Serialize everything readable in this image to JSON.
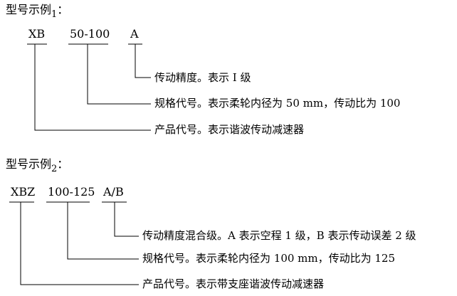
{
  "example1": {
    "heading": "型号示例",
    "subscript": "1",
    "colon": "：",
    "codes": [
      "XB",
      "50-100",
      "A"
    ],
    "descriptions": [
      "传动精度。表示 I 级",
      "规格代号。表示柔轮内径为 50 mm，传动比为 100",
      "产品代号。表示谐波传动减速器"
    ]
  },
  "example2": {
    "heading": "型号示例",
    "subscript": "2",
    "colon": "：",
    "codes": [
      "XBZ",
      "100-125",
      "A/B"
    ],
    "descriptions": [
      "传动精度混合级。A 表示空程 1 级，B 表示传动误差 2 级",
      "规格代号。表示柔轮内径为 100 mm，传动比为 125",
      "产品代号。表示带支座谐波传动减速器"
    ]
  },
  "style": {
    "line_color": "#000000",
    "text_color": "#000000",
    "background": "#ffffff"
  }
}
